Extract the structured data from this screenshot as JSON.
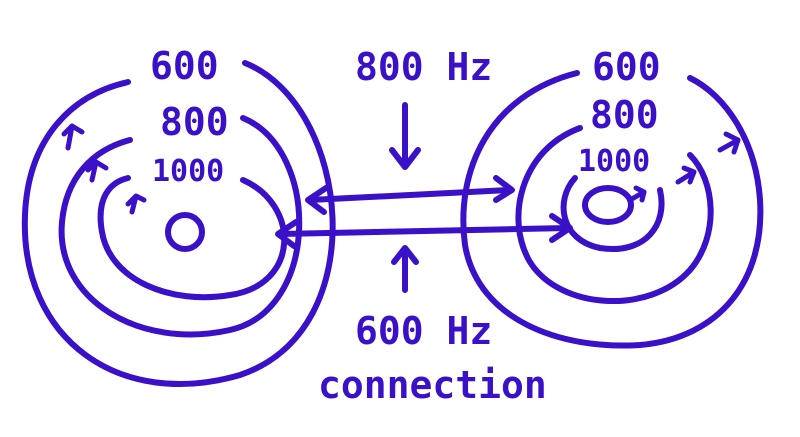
{
  "diagram": {
    "ink_color": "#3a10c8",
    "left_source": {
      "ring_labels": [
        "600",
        "800",
        "1000"
      ]
    },
    "right_source": {
      "ring_labels": [
        "600",
        "800",
        "1000"
      ]
    },
    "top_connection": {
      "label": "800 Hz"
    },
    "bottom_connection": {
      "label_line1": "600 Hz",
      "label_line2": "connection"
    }
  }
}
